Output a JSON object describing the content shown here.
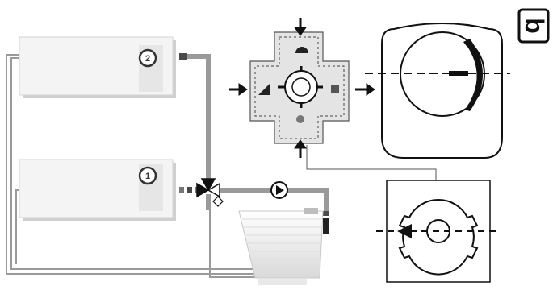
{
  "figure_label": "b",
  "units": [
    {
      "label": "2"
    },
    {
      "label": "1"
    }
  ],
  "colors": {
    "pipe": "#9a9a9a",
    "pipe_dark": "#4a4a4a",
    "outline": "#111111",
    "panel_fill": "#f2f2f2",
    "panel_shadow": "#cfcfcf",
    "valve_fill": "#e4e4e4",
    "actuator_fill": "#ffffff"
  },
  "icons": {
    "pump": "pump-icon",
    "mixing_valve": "three-way-valve-icon",
    "arrow": "flow-arrow-icon"
  }
}
